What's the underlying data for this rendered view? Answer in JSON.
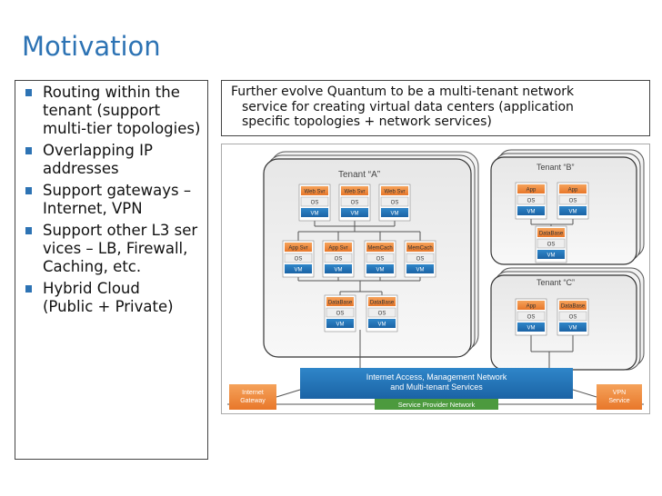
{
  "title": "Motivation",
  "bullets": [
    "Routing within the tenant (support multi-tier topologies)",
    "Overlapping IP addresses",
    "Support gateways – Internet, VPN",
    "Support other L3 services – LB, Firewall, Caching, etc.",
    "Hybrid Cloud (Public + Private)"
  ],
  "description": {
    "line1": "Further evolve Quantum to be a multi-tenant network",
    "line2": "service for creating virtual data centers (application",
    "line3": "specific topologies + network services)"
  },
  "diagram": {
    "tenant_a": {
      "label": "Tenant “A”",
      "web_tier": [
        "Web Svr",
        "Web Svr",
        "Web Svr"
      ],
      "app_tier": [
        "App Svr",
        "App Svr",
        "MemCach",
        "MemCach"
      ],
      "db_tier": [
        "DataBase",
        "DataBase"
      ]
    },
    "tenant_b": {
      "label": "Tenant “B”",
      "apps": [
        "App",
        "App"
      ],
      "db": [
        "DataBase"
      ]
    },
    "tenant_c": {
      "label": "Tenant “C”",
      "apps": [
        "App",
        "DataBase"
      ]
    },
    "os_label": "OS",
    "vm_label": "VM",
    "internet_bar": {
      "line1": "Internet Access, Management Network",
      "line2": "and Multi-tenant Services"
    },
    "service_provider": "Service Provider Network",
    "internet_gateway": {
      "line1": "Internet",
      "line2": "Gateway"
    },
    "vpn_service": {
      "line1": "VPN",
      "line2": "Service"
    }
  }
}
